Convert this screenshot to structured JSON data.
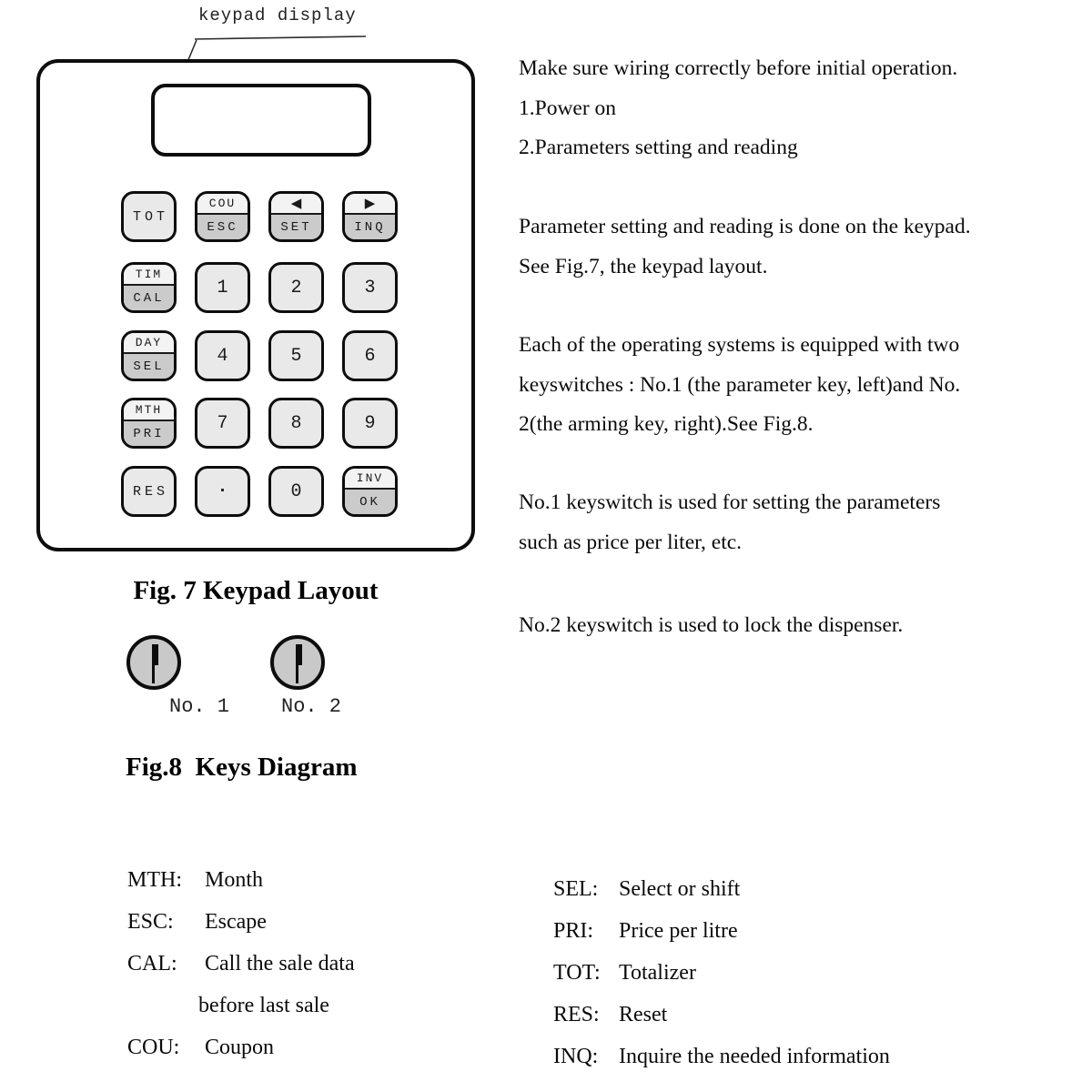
{
  "figure7": {
    "callout_label": "keypad display",
    "caption": "Fig. 7 Keypad Layout",
    "keypad_rows": [
      [
        {
          "name": "TOT",
          "type": "single",
          "label": "TOT"
        },
        {
          "name": "COU-ESC",
          "type": "dual",
          "top": "COU",
          "bottom": "ESC"
        },
        {
          "name": "LEFT-SET",
          "type": "dual",
          "top_icon": "arrow-left",
          "bottom": "SET"
        },
        {
          "name": "RIGHT-INQ",
          "type": "dual",
          "top_icon": "arrow-right",
          "bottom": "INQ"
        }
      ],
      [
        {
          "name": "TIM-CAL",
          "type": "dual",
          "top": "TIM",
          "bottom": "CAL"
        },
        {
          "name": "1",
          "type": "single",
          "label": "1",
          "style": "digit"
        },
        {
          "name": "2",
          "type": "single",
          "label": "2",
          "style": "digit"
        },
        {
          "name": "3",
          "type": "single",
          "label": "3",
          "style": "digit"
        }
      ],
      [
        {
          "name": "DAY-SEL",
          "type": "dual",
          "top": "DAY",
          "bottom": "SEL"
        },
        {
          "name": "4",
          "type": "single",
          "label": "4",
          "style": "digit"
        },
        {
          "name": "5",
          "type": "single",
          "label": "5",
          "style": "digit"
        },
        {
          "name": "6",
          "type": "single",
          "label": "6",
          "style": "digit"
        }
      ],
      [
        {
          "name": "MTH-PRI",
          "type": "dual",
          "top": "MTH",
          "bottom": "PRI"
        },
        {
          "name": "7",
          "type": "single",
          "label": "7",
          "style": "digit"
        },
        {
          "name": "8",
          "type": "single",
          "label": "8",
          "style": "digit"
        },
        {
          "name": "9",
          "type": "single",
          "label": "9",
          "style": "digit"
        }
      ],
      [
        {
          "name": "RES",
          "type": "single",
          "label": "RES"
        },
        {
          "name": "DECIMAL",
          "type": "single",
          "icon": "decimal-dot",
          "style": "digit"
        },
        {
          "name": "0",
          "type": "single",
          "label": "0",
          "style": "digit"
        },
        {
          "name": "INV-OK",
          "type": "dual",
          "top": "INV",
          "bottom": "OK"
        }
      ]
    ]
  },
  "figure8": {
    "caption": "Fig.8  Keys Diagram",
    "keyswitches": [
      {
        "label": "No. 1"
      },
      {
        "label": "No. 2"
      }
    ]
  },
  "icons": {
    "arrow-left": "◀",
    "arrow-right": "▶",
    "decimal-dot": "·",
    "keyswitch-slot": "vertical-key-slot"
  },
  "instructions": {
    "paragraphs": [
      {
        "lines": [
          "Make sure wiring correctly before initial operation.",
          "1.Power on",
          "2.Parameters setting and reading"
        ]
      },
      {
        "lines": [
          "Parameter setting and reading is done on the keypad.",
          "See Fig.7, the keypad layout."
        ]
      },
      {
        "lines": [
          "Each of the operating systems is equipped with two",
          "keyswitches : No.1 (the parameter key, left)and No.",
          "2(the arming key, right).See Fig.8."
        ]
      },
      {
        "lines": [
          "No.1 keyswitch is used for setting the parameters",
          "such as price per liter, etc."
        ]
      },
      {
        "lines": [
          "No.2 keyswitch is used to lock the dispenser."
        ]
      }
    ]
  },
  "legend": {
    "left": [
      {
        "term": "MTH:",
        "def": "Month"
      },
      {
        "term": "ESC:",
        "def": "Escape"
      },
      {
        "term": "CAL:",
        "def": "Call the sale data",
        "def2": "before last sale"
      },
      {
        "term": "COU:",
        "def": "Coupon"
      }
    ],
    "right": [
      {
        "term": "SEL:",
        "def": "Select or shift"
      },
      {
        "term": "PRI:",
        "def": "Price per litre"
      },
      {
        "term": "TOT:",
        "def": "Totalizer"
      },
      {
        "term": "RES:",
        "def": "Reset"
      },
      {
        "term": "INQ:",
        "def": "Inquire the needed information"
      }
    ]
  },
  "colors": {
    "line": "#0d0d0d",
    "key_fill": "#e9e9e9",
    "key_dual_top": "#f3f3f3",
    "key_dual_bottom": "#cbcbcb",
    "keyswitch_fill": "#c9c9c9"
  }
}
